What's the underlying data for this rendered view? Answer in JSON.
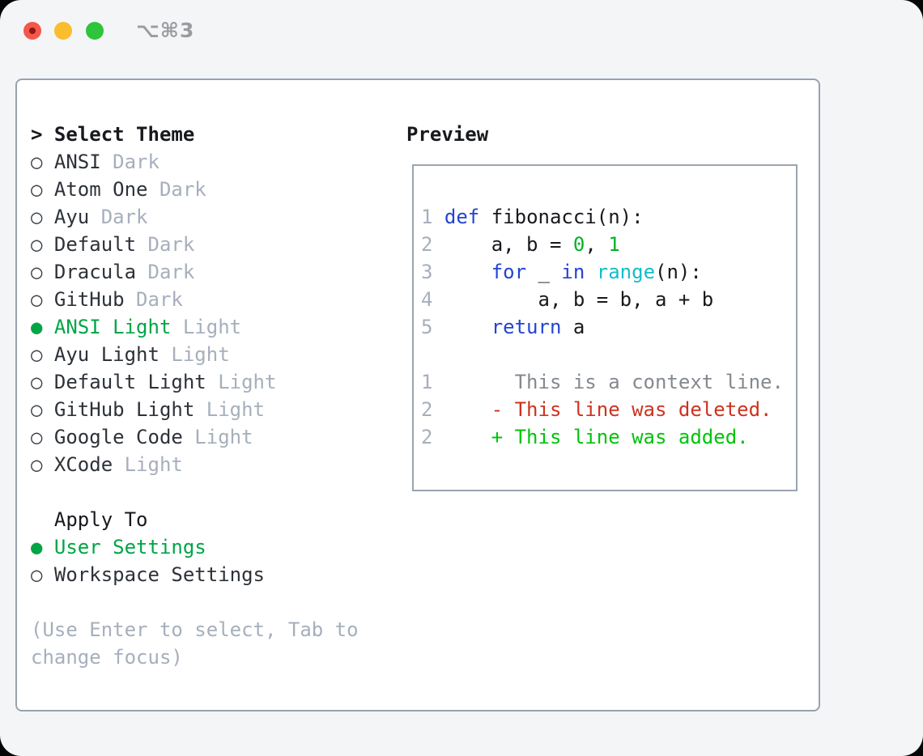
{
  "window": {
    "shortcut": "⌥⌘3",
    "traffic_lights": [
      "close",
      "minimize",
      "zoom"
    ]
  },
  "theme_list": {
    "title_prefix": ">",
    "title": "Select Theme",
    "items": [
      {
        "name": "ANSI",
        "variant": "Dark",
        "selected": false
      },
      {
        "name": "Atom One",
        "variant": "Dark",
        "selected": false
      },
      {
        "name": "Ayu",
        "variant": "Dark",
        "selected": false
      },
      {
        "name": "Default",
        "variant": "Dark",
        "selected": false
      },
      {
        "name": "Dracula",
        "variant": "Dark",
        "selected": false
      },
      {
        "name": "GitHub",
        "variant": "Dark",
        "selected": false
      },
      {
        "name": "ANSI Light",
        "variant": "Light",
        "selected": true
      },
      {
        "name": "Ayu Light",
        "variant": "Light",
        "selected": false
      },
      {
        "name": "Default Light",
        "variant": "Light",
        "selected": false
      },
      {
        "name": "GitHub Light",
        "variant": "Light",
        "selected": false
      },
      {
        "name": "Google Code",
        "variant": "Light",
        "selected": false
      },
      {
        "name": "XCode",
        "variant": "Light",
        "selected": false
      }
    ]
  },
  "apply_to": {
    "title": "Apply To",
    "options": [
      {
        "label": "User Settings",
        "selected": true
      },
      {
        "label": "Workspace Settings",
        "selected": false
      }
    ]
  },
  "hint": {
    "line1": "(Use Enter to select, Tab to",
    "line2": "change focus)"
  },
  "preview": {
    "title": "Preview",
    "code_lines": [
      {
        "num": "1",
        "tokens": [
          {
            "t": "def",
            "c": "keyword"
          },
          {
            "t": " fibonacci(n):",
            "c": "fg"
          }
        ]
      },
      {
        "num": "2",
        "tokens": [
          {
            "t": "    a, b = ",
            "c": "fg"
          },
          {
            "t": "0",
            "c": "number"
          },
          {
            "t": ", ",
            "c": "fg"
          },
          {
            "t": "1",
            "c": "number"
          }
        ]
      },
      {
        "num": "3",
        "tokens": [
          {
            "t": "    ",
            "c": "fg"
          },
          {
            "t": "for",
            "c": "keyword"
          },
          {
            "t": " _ ",
            "c": "fg"
          },
          {
            "t": "in",
            "c": "keyword"
          },
          {
            "t": " ",
            "c": "fg"
          },
          {
            "t": "range",
            "c": "builtin"
          },
          {
            "t": "(n):",
            "c": "fg"
          }
        ]
      },
      {
        "num": "4",
        "tokens": [
          {
            "t": "        a, b = b, a + b",
            "c": "fg"
          }
        ]
      },
      {
        "num": "5",
        "tokens": [
          {
            "t": "    ",
            "c": "fg"
          },
          {
            "t": "return",
            "c": "keyword"
          },
          {
            "t": " a",
            "c": "fg"
          }
        ]
      }
    ],
    "diff_lines": [
      {
        "num": "1",
        "tokens": [
          {
            "t": "      This is a context line.",
            "c": "context"
          }
        ]
      },
      {
        "num": "2",
        "tokens": [
          {
            "t": "    - This line was deleted.",
            "c": "deleted"
          }
        ]
      },
      {
        "num": "2",
        "tokens": [
          {
            "t": "    + This line was added.",
            "c": "added"
          }
        ]
      }
    ]
  },
  "colors": {
    "fg": "#17191d",
    "item_fg": "#2d3239",
    "bullet": "#3c424a",
    "accent_green": "#00a546",
    "added": "#00c30b",
    "deleted": "#cd321e",
    "keyword": "#2443d4",
    "builtin": "#10bdca",
    "number": "#00b228",
    "gray": "#a6afbc",
    "context": "#84898f",
    "traffic_red": "#f4584d",
    "traffic_yellow": "#f9bd2d",
    "traffic_green": "#2ec43c"
  }
}
